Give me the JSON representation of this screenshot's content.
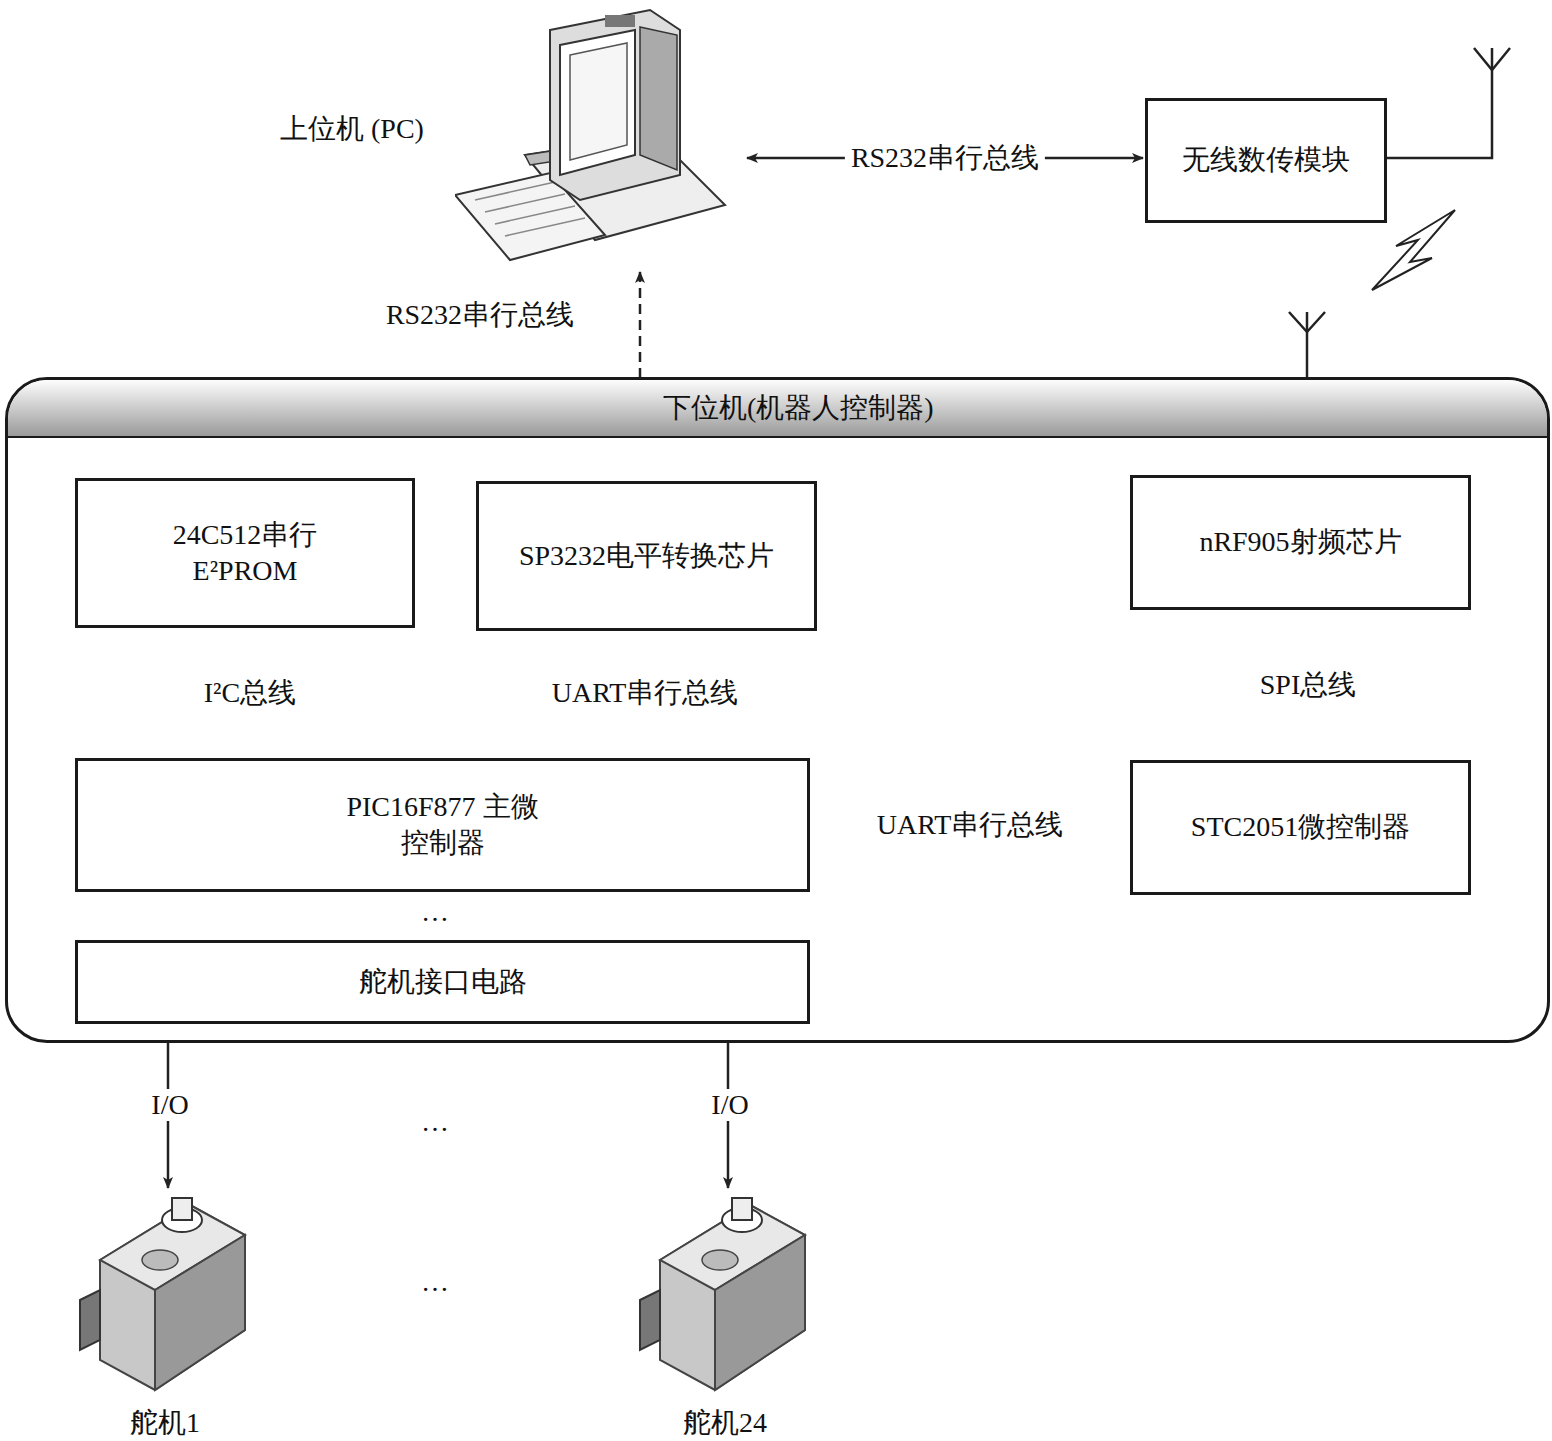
{
  "diagram": {
    "nodes": [
      {
        "text": [
          "上位机 (PC)"
        ]
      },
      {
        "text": [
          "无线数传模块"
        ]
      },
      {
        "text": [
          "下位机(机器人控制器)"
        ]
      },
      {
        "text": [
          "24C512串行 E²PROM"
        ],
        "in": 2
      },
      {
        "text": [
          "SP3232电平转换芯片"
        ],
        "in": 2
      },
      {
        "text": [
          "nRF905射频芯片"
        ],
        "in": 2
      },
      {
        "text": [
          "PIC16F877 主微控制器"
        ],
        "in": 2
      },
      {
        "text": [
          "STC2051微控制器"
        ],
        "in": 2
      },
      {
        "text": [
          "舵机接口电路"
        ],
        "in": 2
      },
      {
        "text": [
          "舵机1"
        ]
      },
      {
        "text": [
          "舵机24"
        ]
      }
    ],
    "edges": [
      {
        "from": 0,
        "to": 1,
        "label": "RS232串行总线",
        "arrow": "both"
      },
      {
        "from": 0,
        "to": 4,
        "label": "RS232串行总线",
        "arrow": "both"
      },
      {
        "from": 3,
        "to": 6,
        "label": "I²C总线",
        "arrow": "both"
      },
      {
        "from": 4,
        "to": 6,
        "label": "UART串行总线",
        "arrow": "both"
      },
      {
        "from": 5,
        "to": 7,
        "label": "SPI总线",
        "arrow": "both"
      },
      {
        "from": 6,
        "to": 7,
        "label": "UART串行总线",
        "arrow": "both"
      },
      {
        "from": 6,
        "to": 8,
        "arrow": "none"
      },
      {
        "from": 8,
        "to": 9,
        "label": "I/O",
        "arrow": "to"
      },
      {
        "from": 8,
        "to": 10,
        "label": "I/O",
        "arrow": "to"
      }
    ],
    "labels": [
      "…",
      "…",
      "…"
    ]
  }
}
